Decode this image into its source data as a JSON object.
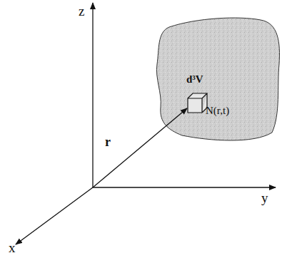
{
  "diagram": {
    "nodes": [
      {
        "text": [
          "d³V",
          "N(r,t)"
        ]
      }
    ],
    "labels": [
      "z",
      "y",
      "x",
      "r"
    ]
  }
}
